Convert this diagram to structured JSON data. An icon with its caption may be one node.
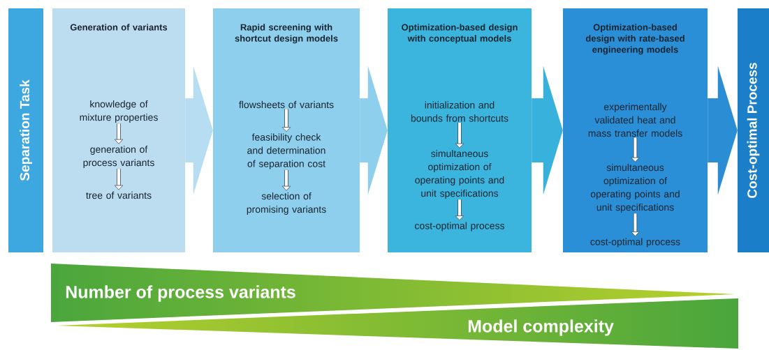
{
  "diagram": {
    "nodes": [
      {
        "text": [
          "Separation Task"
        ]
      },
      {
        "text": [
          "Generation of variants"
        ]
      },
      {
        "text": [
          "knowledge of mixture properties"
        ],
        "in": 1
      },
      {
        "text": [
          "generation of process variants"
        ],
        "in": 1
      },
      {
        "text": [
          "tree of variants"
        ],
        "in": 1
      },
      {
        "text": [
          "Rapid screening with shortcut design models"
        ]
      },
      {
        "text": [
          "flowsheets of variants"
        ],
        "in": 5
      },
      {
        "text": [
          "feasibility check and determination of separation cost"
        ],
        "in": 5
      },
      {
        "text": [
          "selection of promising variants"
        ],
        "in": 5
      },
      {
        "text": [
          "Optimization-based design with conceptual models"
        ]
      },
      {
        "text": [
          "initialization and bounds from shortcuts"
        ],
        "in": 9
      },
      {
        "text": [
          "simultaneous optimization of operating points and unit specifications"
        ],
        "in": 9
      },
      {
        "text": [
          "cost-optimal process"
        ],
        "in": 9
      },
      {
        "text": [
          "Optimization-based design with rate-based engineering models"
        ]
      },
      {
        "text": [
          "experimentally validated heat and mass transfer models"
        ],
        "in": 13
      },
      {
        "text": [
          "simultaneous optimization of operating points and unit specifications"
        ],
        "in": 13
      },
      {
        "text": [
          "cost-optimal process"
        ],
        "in": 13
      },
      {
        "text": [
          "Cost-optimal Process"
        ]
      },
      {
        "text": [
          "Number of process variants"
        ]
      },
      {
        "text": [
          "Model complexity"
        ]
      }
    ],
    "edges": [
      {
        "from": 2,
        "to": 3,
        "arrow": "to"
      },
      {
        "from": 3,
        "to": 4,
        "arrow": "to"
      },
      {
        "from": 6,
        "to": 7,
        "arrow": "to"
      },
      {
        "from": 7,
        "to": 8,
        "arrow": "to"
      },
      {
        "from": 10,
        "to": 11,
        "arrow": "to"
      },
      {
        "from": 11,
        "to": 12,
        "arrow": "to"
      },
      {
        "from": 14,
        "to": 15,
        "arrow": "to"
      },
      {
        "from": 15,
        "to": 16,
        "arrow": "to"
      },
      {
        "from": 1,
        "to": 5,
        "arrow": "to",
        "style": "thick",
        "color": "#b7ddf2"
      },
      {
        "from": 5,
        "to": 9,
        "arrow": "to",
        "style": "thick",
        "color": "#8ecfee"
      },
      {
        "from": 9,
        "to": 13,
        "arrow": "to",
        "style": "thick",
        "color": "#38b2dd"
      },
      {
        "from": 13,
        "to": 17,
        "arrow": "to",
        "style": "thick",
        "color": "#2b8ed4"
      }
    ]
  }
}
